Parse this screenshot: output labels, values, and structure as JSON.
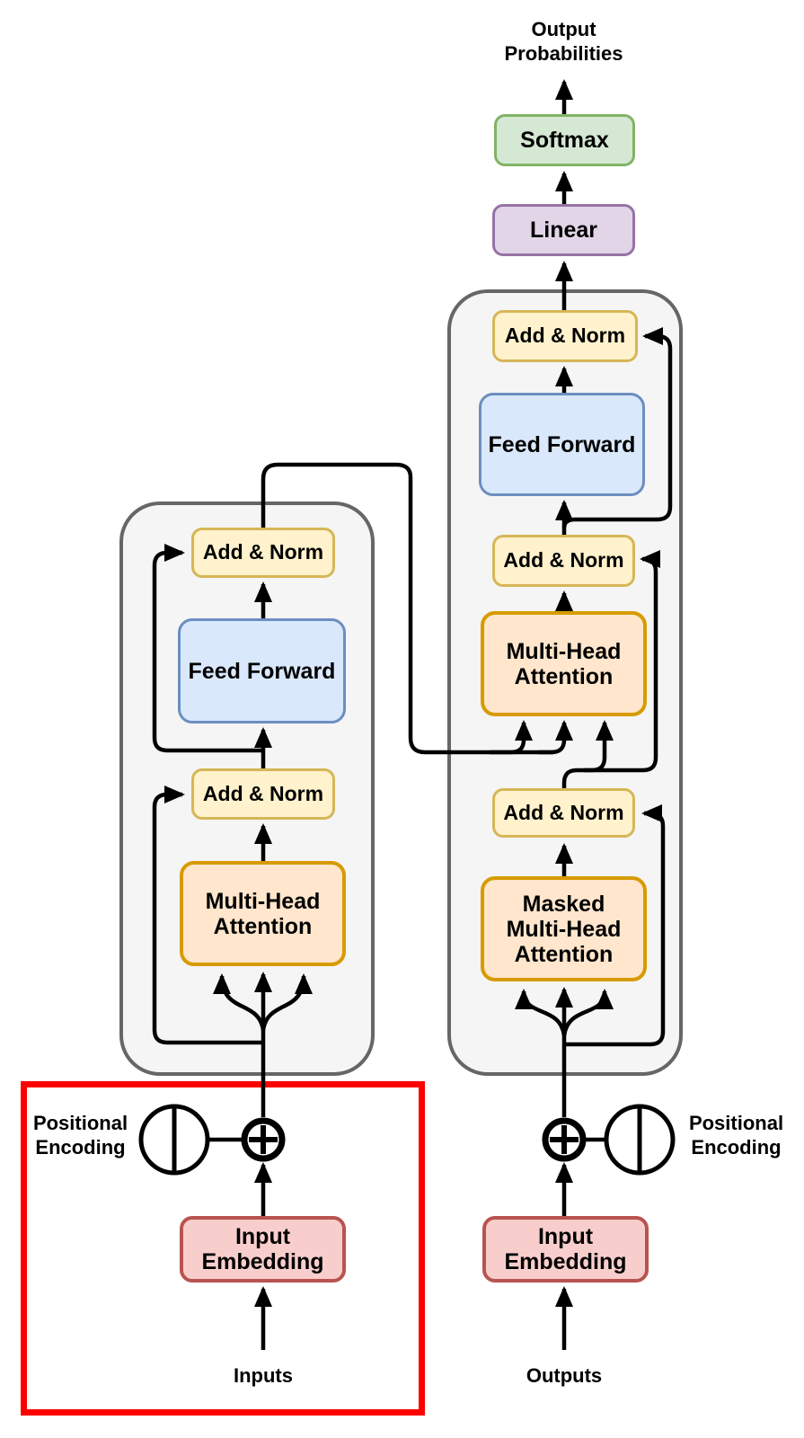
{
  "title": "Transformer model architecture diagram",
  "header": {
    "output_label": "Output Probabilities"
  },
  "output_head": {
    "softmax": "Softmax",
    "linear": "Linear"
  },
  "decoder": {
    "blocks": [
      {
        "label": "Add & Norm"
      },
      {
        "label": "Feed Forward"
      },
      {
        "label": "Add & Norm"
      },
      {
        "label": "Multi-Head Attention"
      },
      {
        "label": "Add & Norm"
      },
      {
        "label": "Masked Multi-Head Attention"
      }
    ]
  },
  "encoder": {
    "blocks": [
      {
        "label": "Add & Norm"
      },
      {
        "label": "Feed Forward"
      },
      {
        "label": "Add & Norm"
      },
      {
        "label": "Multi-Head Attention"
      }
    ]
  },
  "io": {
    "positional_encoding_left": "Positional Encoding",
    "positional_encoding_right": "Positional Encoding",
    "input_embedding_left": "Input Embedding",
    "input_embedding_right": "Input Embedding",
    "inputs_label": "Inputs",
    "outputs_label": "Outputs"
  },
  "icons": {
    "plus_circle_left": "add-symbol",
    "plus_circle_right": "add-symbol",
    "positional_encoding_circle_left": "positional-encoding-symbol",
    "positional_encoding_circle_right": "positional-encoding-symbol"
  },
  "colors": {
    "canvas_bg": "#ffffff",
    "container_fill": "#f5f5f5",
    "container_stroke": "#666666",
    "add_norm_fill": "#fff2cc",
    "add_norm_stroke": "#d6b656",
    "feed_forward_fill": "#dae8fc",
    "feed_forward_stroke": "#6c8ebf",
    "attention_fill": "#ffe6cc",
    "attention_stroke": "#d79b00",
    "softmax_fill": "#d5e8d4",
    "softmax_stroke": "#82b366",
    "linear_fill": "#e1d5e7",
    "linear_stroke": "#9673a6",
    "embedding_fill": "#f8cecc",
    "embedding_stroke": "#b85450",
    "wire_color": "#000000",
    "highlight_box_color": "#fd0000"
  }
}
